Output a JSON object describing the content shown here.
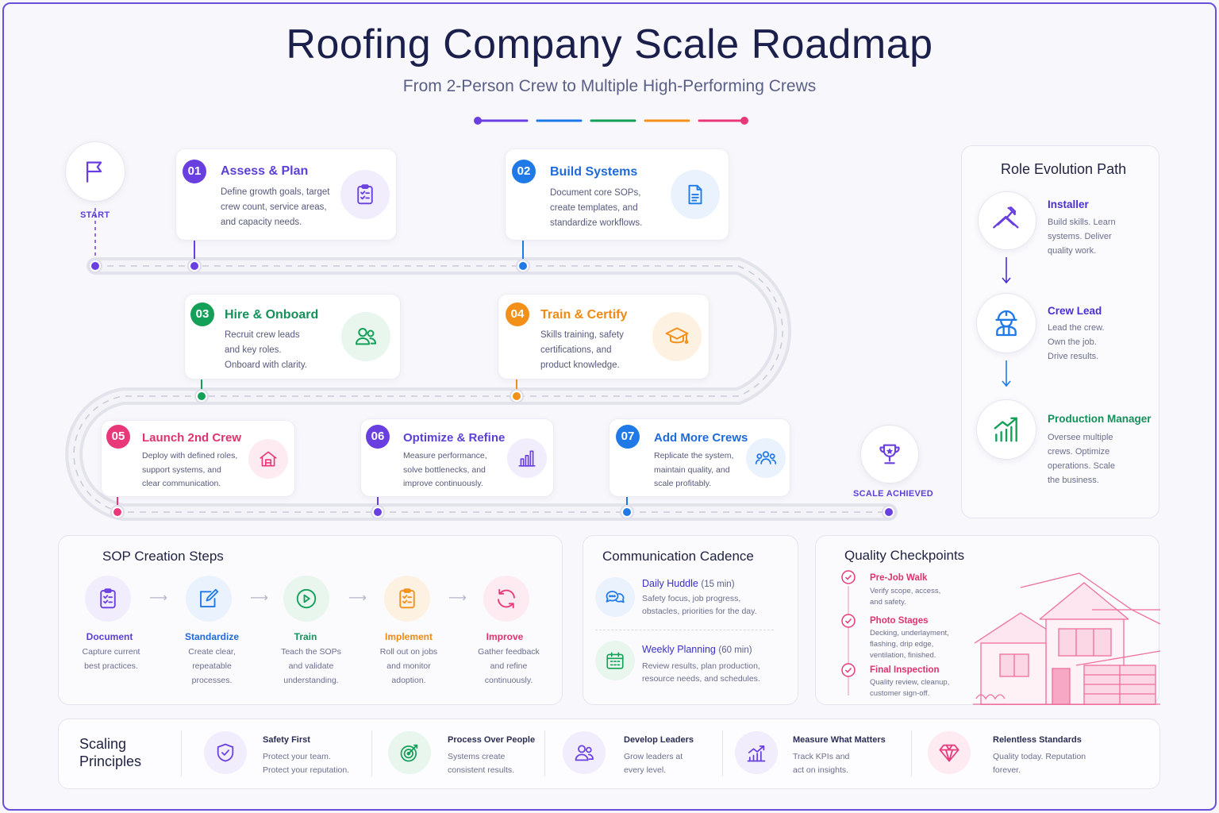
{
  "header": {
    "title": "Roofing Company Scale Roadmap",
    "subtitle": "From 2-Person Crew to Multiple High-Performing Crews"
  },
  "colors": {
    "purple": "#6a3fe0",
    "blue": "#1f7ae8",
    "green": "#15a05a",
    "orange": "#f2901a",
    "pink": "#e8387a"
  },
  "roadmap": {
    "start_label": "START",
    "end_label": "SCALE ACHIEVED",
    "steps": [
      {
        "num": "01",
        "title": "Assess & Plan",
        "desc": [
          "Define growth goals, target",
          "crew count, service areas,",
          "and capacity needs."
        ],
        "icon": "clipboard-check-icon"
      },
      {
        "num": "02",
        "title": "Build Systems",
        "desc": [
          "Document core SOPs,",
          "create templates, and",
          "standardize workflows."
        ],
        "icon": "document-icon"
      },
      {
        "num": "03",
        "title": "Hire & Onboard",
        "desc": [
          "Recruit crew leads",
          "and key roles.",
          "Onboard with clarity."
        ],
        "icon": "people-icon"
      },
      {
        "num": "04",
        "title": "Train & Certify",
        "desc": [
          "Skills training, safety",
          "certifications, and",
          "product knowledge."
        ],
        "icon": "graduation-cap-icon"
      },
      {
        "num": "05",
        "title": "Launch 2nd Crew",
        "desc": [
          "Deploy with defined roles,",
          "support systems, and",
          "clear communication."
        ],
        "icon": "house-icon"
      },
      {
        "num": "06",
        "title": "Optimize & Refine",
        "desc": [
          "Measure performance,",
          "solve bottlenecks, and",
          "improve continuously."
        ],
        "icon": "bar-chart-icon"
      },
      {
        "num": "07",
        "title": "Add More Crews",
        "desc": [
          "Replicate the system,",
          "maintain quality, and",
          "scale profitably."
        ],
        "icon": "group-icon"
      }
    ]
  },
  "roles": {
    "title": "Role Evolution Path",
    "items": [
      {
        "title": "Installer",
        "desc": [
          "Build skills. Learn",
          "systems. Deliver",
          "quality work."
        ]
      },
      {
        "title": "Crew Lead",
        "desc": [
          "Lead the crew.",
          "Own the job.",
          "Drive results."
        ]
      },
      {
        "title": "Production Manager",
        "desc": [
          "Oversee multiple",
          "crews. Optimize",
          "operations. Scale",
          "the business."
        ]
      }
    ]
  },
  "sop": {
    "title": "SOP Creation Steps",
    "steps": [
      {
        "label": "Document",
        "desc": [
          "Capture current",
          "best practices."
        ]
      },
      {
        "label": "Standardize",
        "desc": [
          "Create clear,",
          "repeatable",
          "processes."
        ]
      },
      {
        "label": "Train",
        "desc": [
          "Teach the SOPs",
          "and validate",
          "understanding."
        ]
      },
      {
        "label": "Implement",
        "desc": [
          "Roll out on jobs",
          "and monitor",
          "adoption."
        ]
      },
      {
        "label": "Improve",
        "desc": [
          "Gather feedback",
          "and refine",
          "continuously."
        ]
      }
    ]
  },
  "comm": {
    "title": "Communication Cadence",
    "items": [
      {
        "title": "Daily Huddle",
        "meta": "(15 min)",
        "desc": [
          "Safety focus, job progress,",
          "obstacles, priorities for the day."
        ]
      },
      {
        "title": "Weekly Planning",
        "meta": "(60 min)",
        "desc": [
          "Review results, plan production,",
          "resource needs, and schedules."
        ]
      }
    ]
  },
  "quality": {
    "title": "Quality Checkpoints",
    "items": [
      {
        "title": "Pre-Job Walk",
        "desc": [
          "Verify scope, access,",
          "and safety."
        ]
      },
      {
        "title": "Photo Stages",
        "desc": [
          "Decking, underlayment,",
          "flashing, drip edge,",
          "ventilation, finished."
        ]
      },
      {
        "title": "Final Inspection",
        "desc": [
          "Quality review, cleanup,",
          "customer sign-off."
        ]
      }
    ]
  },
  "principles": {
    "title_line1": "Scaling",
    "title_line2": "Principles",
    "items": [
      {
        "title": "Safety First",
        "desc": [
          "Protect your team.",
          "Protect your reputation."
        ]
      },
      {
        "title": "Process Over People",
        "desc": [
          "Systems create",
          "consistent results."
        ]
      },
      {
        "title": "Develop Leaders",
        "desc": [
          "Grow leaders at",
          "every level."
        ]
      },
      {
        "title": "Measure What Matters",
        "desc": [
          "Track KPIs and",
          "act on insights."
        ]
      },
      {
        "title": "Relentless Standards",
        "desc": [
          "Quality today. Reputation",
          "forever."
        ]
      }
    ]
  }
}
